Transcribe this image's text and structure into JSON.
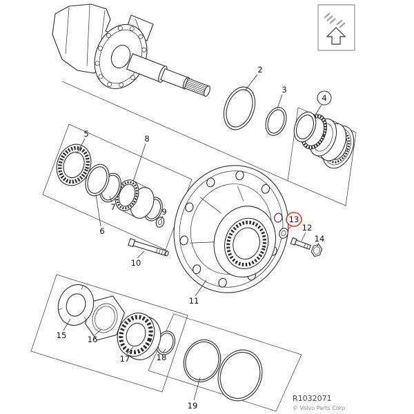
{
  "diagram": {
    "footer": {
      "drawing_number": "R1032071",
      "copyright": "© Volvo Parts Corp"
    },
    "highlight": {
      "selected_part": "13",
      "highlight_color": "#d9391f"
    },
    "parts": {
      "p2": "2",
      "p3": "3",
      "p4": "4",
      "p5": "5",
      "p6": "6",
      "p7": "7",
      "p8": "8",
      "p9": "9",
      "p10": "10",
      "p11": "11",
      "p12": "12",
      "p13": "13",
      "p14": "14",
      "p15": "15",
      "p16": "16",
      "p17": "17",
      "p18": "18",
      "p19": "19"
    },
    "legend": {
      "icon": "navigate-up-arrow"
    }
  }
}
